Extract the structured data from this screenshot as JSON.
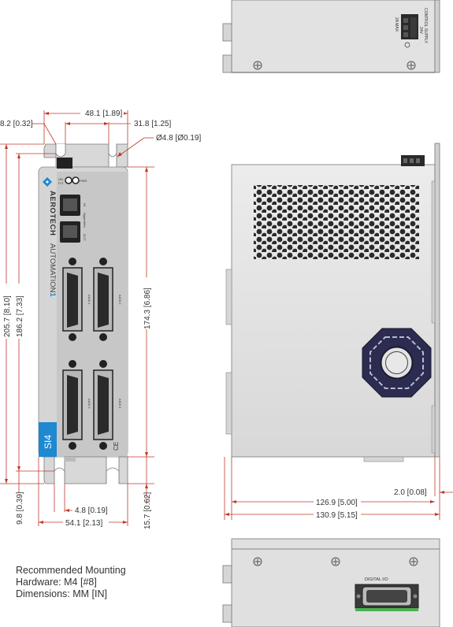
{
  "dimensions": {
    "width_48_1": "48.1 [1.89]",
    "width_31_8": "31.8 [1.25]",
    "left_8_2": "8.2 [0.32]",
    "hole_dia": "Ø4.8 [Ø0.19]",
    "height_205_7": "205.7 [8.10]",
    "height_186_2": "186.2 [7.33]",
    "height_174_3": "174.3 [6.86]",
    "bottom_9_8": "9.8 [0.39]",
    "slot_4_8": "4.8 [0.19]",
    "width_54_1": "54.1 [2.13]",
    "bottom_15_7": "15.7 [0.62]",
    "side_2_0": "2.0 [0.08]",
    "depth_126_9": "126.9 [5.00]",
    "depth_130_9": "130.9 [5.15]"
  },
  "front_panel": {
    "brand": "AEROTECH",
    "product": "AUTOMATION",
    "product_num": "1",
    "model": "SI4",
    "on_label": "ON",
    "flt_label": "FLT",
    "pwr_label": "PWR",
    "in_label": "IN",
    "out_label": "OUT",
    "hyperwire": "HyperWire",
    "axis1": "AXIS 1",
    "axis2": "AXIS 2",
    "axis3": "AXIS 3",
    "axis4": "AXIS 4",
    "ce": "CE"
  },
  "top_view": {
    "control_supply": "CONTROL SUPPLY",
    "v24": "24V",
    "v0": "0V",
    "amax": "2A MAX"
  },
  "bottom_view": {
    "digital_io": "DIGITAL I/O"
  },
  "notes": {
    "line1": "Recommended Mounting",
    "line2": "Hardware: M4 [#8]",
    "line3": "Dimensions: MM [IN]"
  }
}
